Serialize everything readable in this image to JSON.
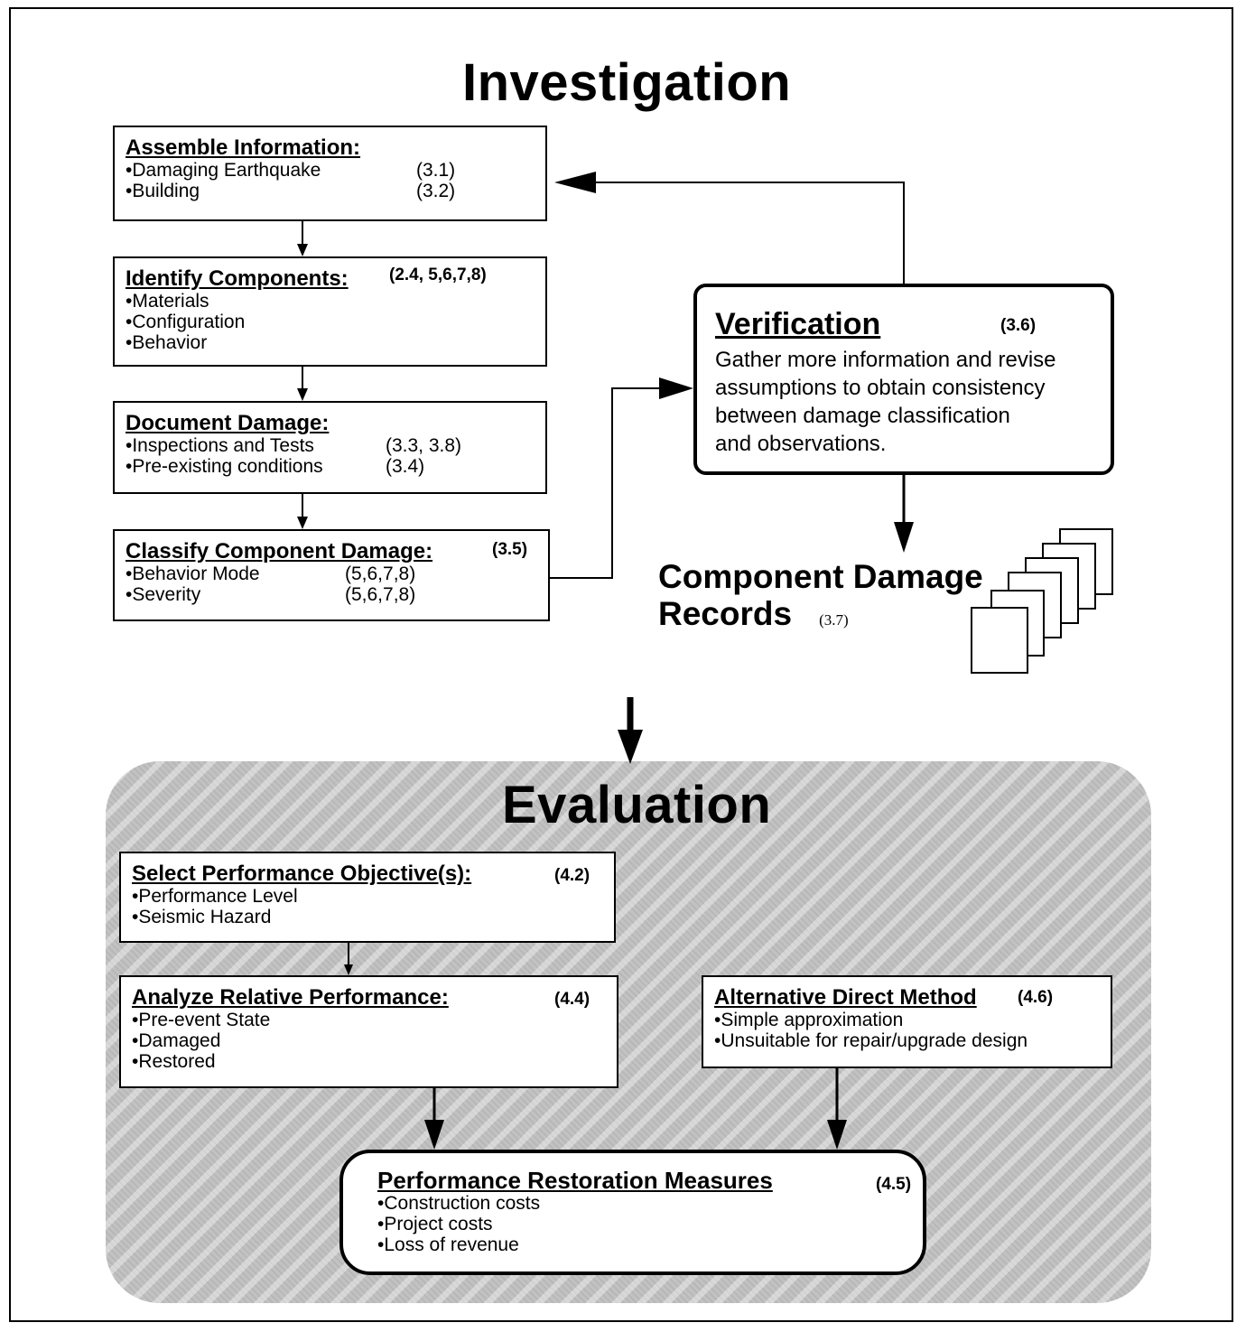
{
  "investigation": {
    "heading": "Investigation",
    "assemble": {
      "title": "Assemble  Information:",
      "items": [
        {
          "text": "•Damaging Earthquake",
          "ref": "(3.1)"
        },
        {
          "text": "•Building",
          "ref": "(3.2)"
        }
      ]
    },
    "identify": {
      "title": "Identify Components:",
      "ref": "(2.4, 5,6,7,8)",
      "items": [
        "•Materials",
        "•Configuration",
        "•Behavior"
      ]
    },
    "document": {
      "title": "Document Damage:",
      "items": [
        {
          "text": "•Inspections and Tests",
          "ref": "(3.3, 3.8)"
        },
        {
          "text": "•Pre-existing conditions",
          "ref": "(3.4)"
        }
      ]
    },
    "classify": {
      "title": "Classify Component Damage:",
      "ref": "(3.5)",
      "items": [
        {
          "text": "•Behavior Mode",
          "ref": "(5,6,7,8)"
        },
        {
          "text": "•Severity",
          "ref": "(5,6,7,8)"
        }
      ]
    },
    "verification": {
      "title": "Verification",
      "ref": "(3.6)",
      "lines": [
        "Gather more information and revise",
        "assumptions to obtain consistency",
        "between damage classification",
        "and  observations."
      ]
    },
    "records": {
      "line1": "Component Damage",
      "line2": "Records",
      "ref": "(3.7)"
    }
  },
  "evaluation": {
    "heading": "Evaluation",
    "select": {
      "title": "Select Performance Objective(s):",
      "ref": "(4.2)",
      "items": [
        "•Performance Level",
        "•Seismic Hazard"
      ]
    },
    "analyze": {
      "title": "Analyze Relative Performance:",
      "ref": "(4.4)",
      "items": [
        "•Pre-event State",
        "•Damaged",
        "•Restored"
      ]
    },
    "alternative": {
      "title": "Alternative Direct Method",
      "ref": "(4.6)",
      "items": [
        "•Simple  approximation",
        "•Unsuitable for repair/upgrade design"
      ]
    },
    "restoration": {
      "title": "Performance Restoration Measures",
      "ref": "(4.5)",
      "items": [
        "•Construction costs",
        "•Project costs",
        "•Loss of revenue"
      ]
    }
  }
}
